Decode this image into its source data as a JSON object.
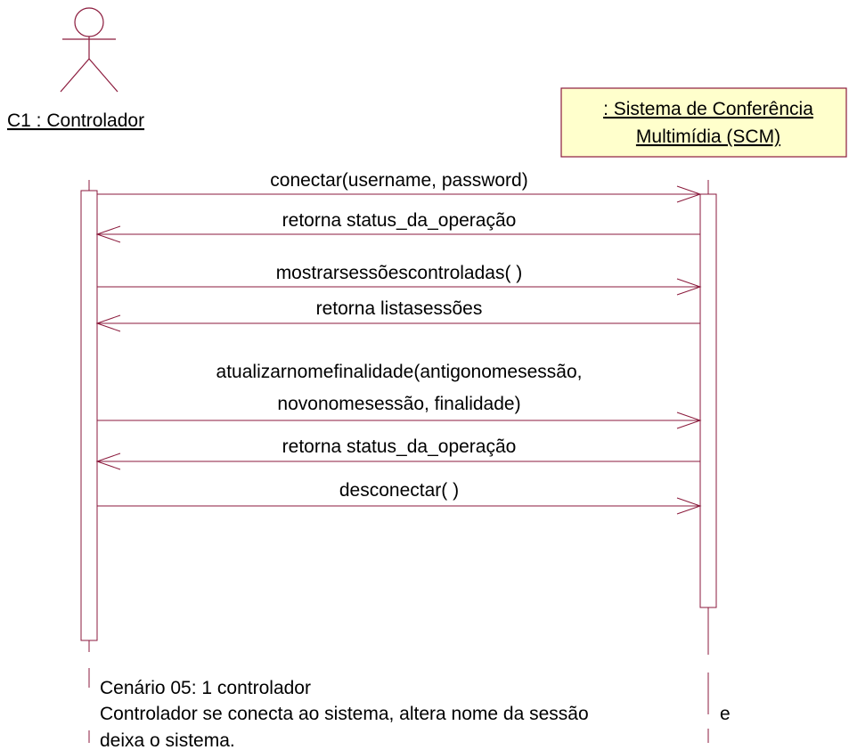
{
  "actor": {
    "label": "C1 : Controlador"
  },
  "system": {
    "label_line1": ": Sistema de Conferência",
    "label_line2": "Multimídia (SCM)"
  },
  "messages": [
    {
      "lines": [
        "conectar(username, password)"
      ],
      "direction": "right"
    },
    {
      "lines": [
        "retorna status_da_operação"
      ],
      "direction": "left"
    },
    {
      "lines": [
        "mostrarsessõescontroladas( )"
      ],
      "direction": "right"
    },
    {
      "lines": [
        "retorna listasessões"
      ],
      "direction": "left"
    },
    {
      "lines": [
        "atualizarnomefinalidade(antigonomesessão,",
        "novonomesessão, finalidade)"
      ],
      "direction": "right"
    },
    {
      "lines": [
        "retorna status_da_operação"
      ],
      "direction": "left"
    },
    {
      "lines": [
        "desconectar( )"
      ],
      "direction": "right"
    }
  ],
  "note": {
    "line1": "Cenário 05: 1 controlador",
    "line2": "Controlador se conecta ao sistema, altera nome da sessão",
    "line2_end": "e",
    "line3": "deixa o sistema."
  },
  "colors": {
    "line": "#8b1a3c",
    "system_box_fill": "#ffffcc",
    "system_box_border": "#8b1a3c"
  }
}
